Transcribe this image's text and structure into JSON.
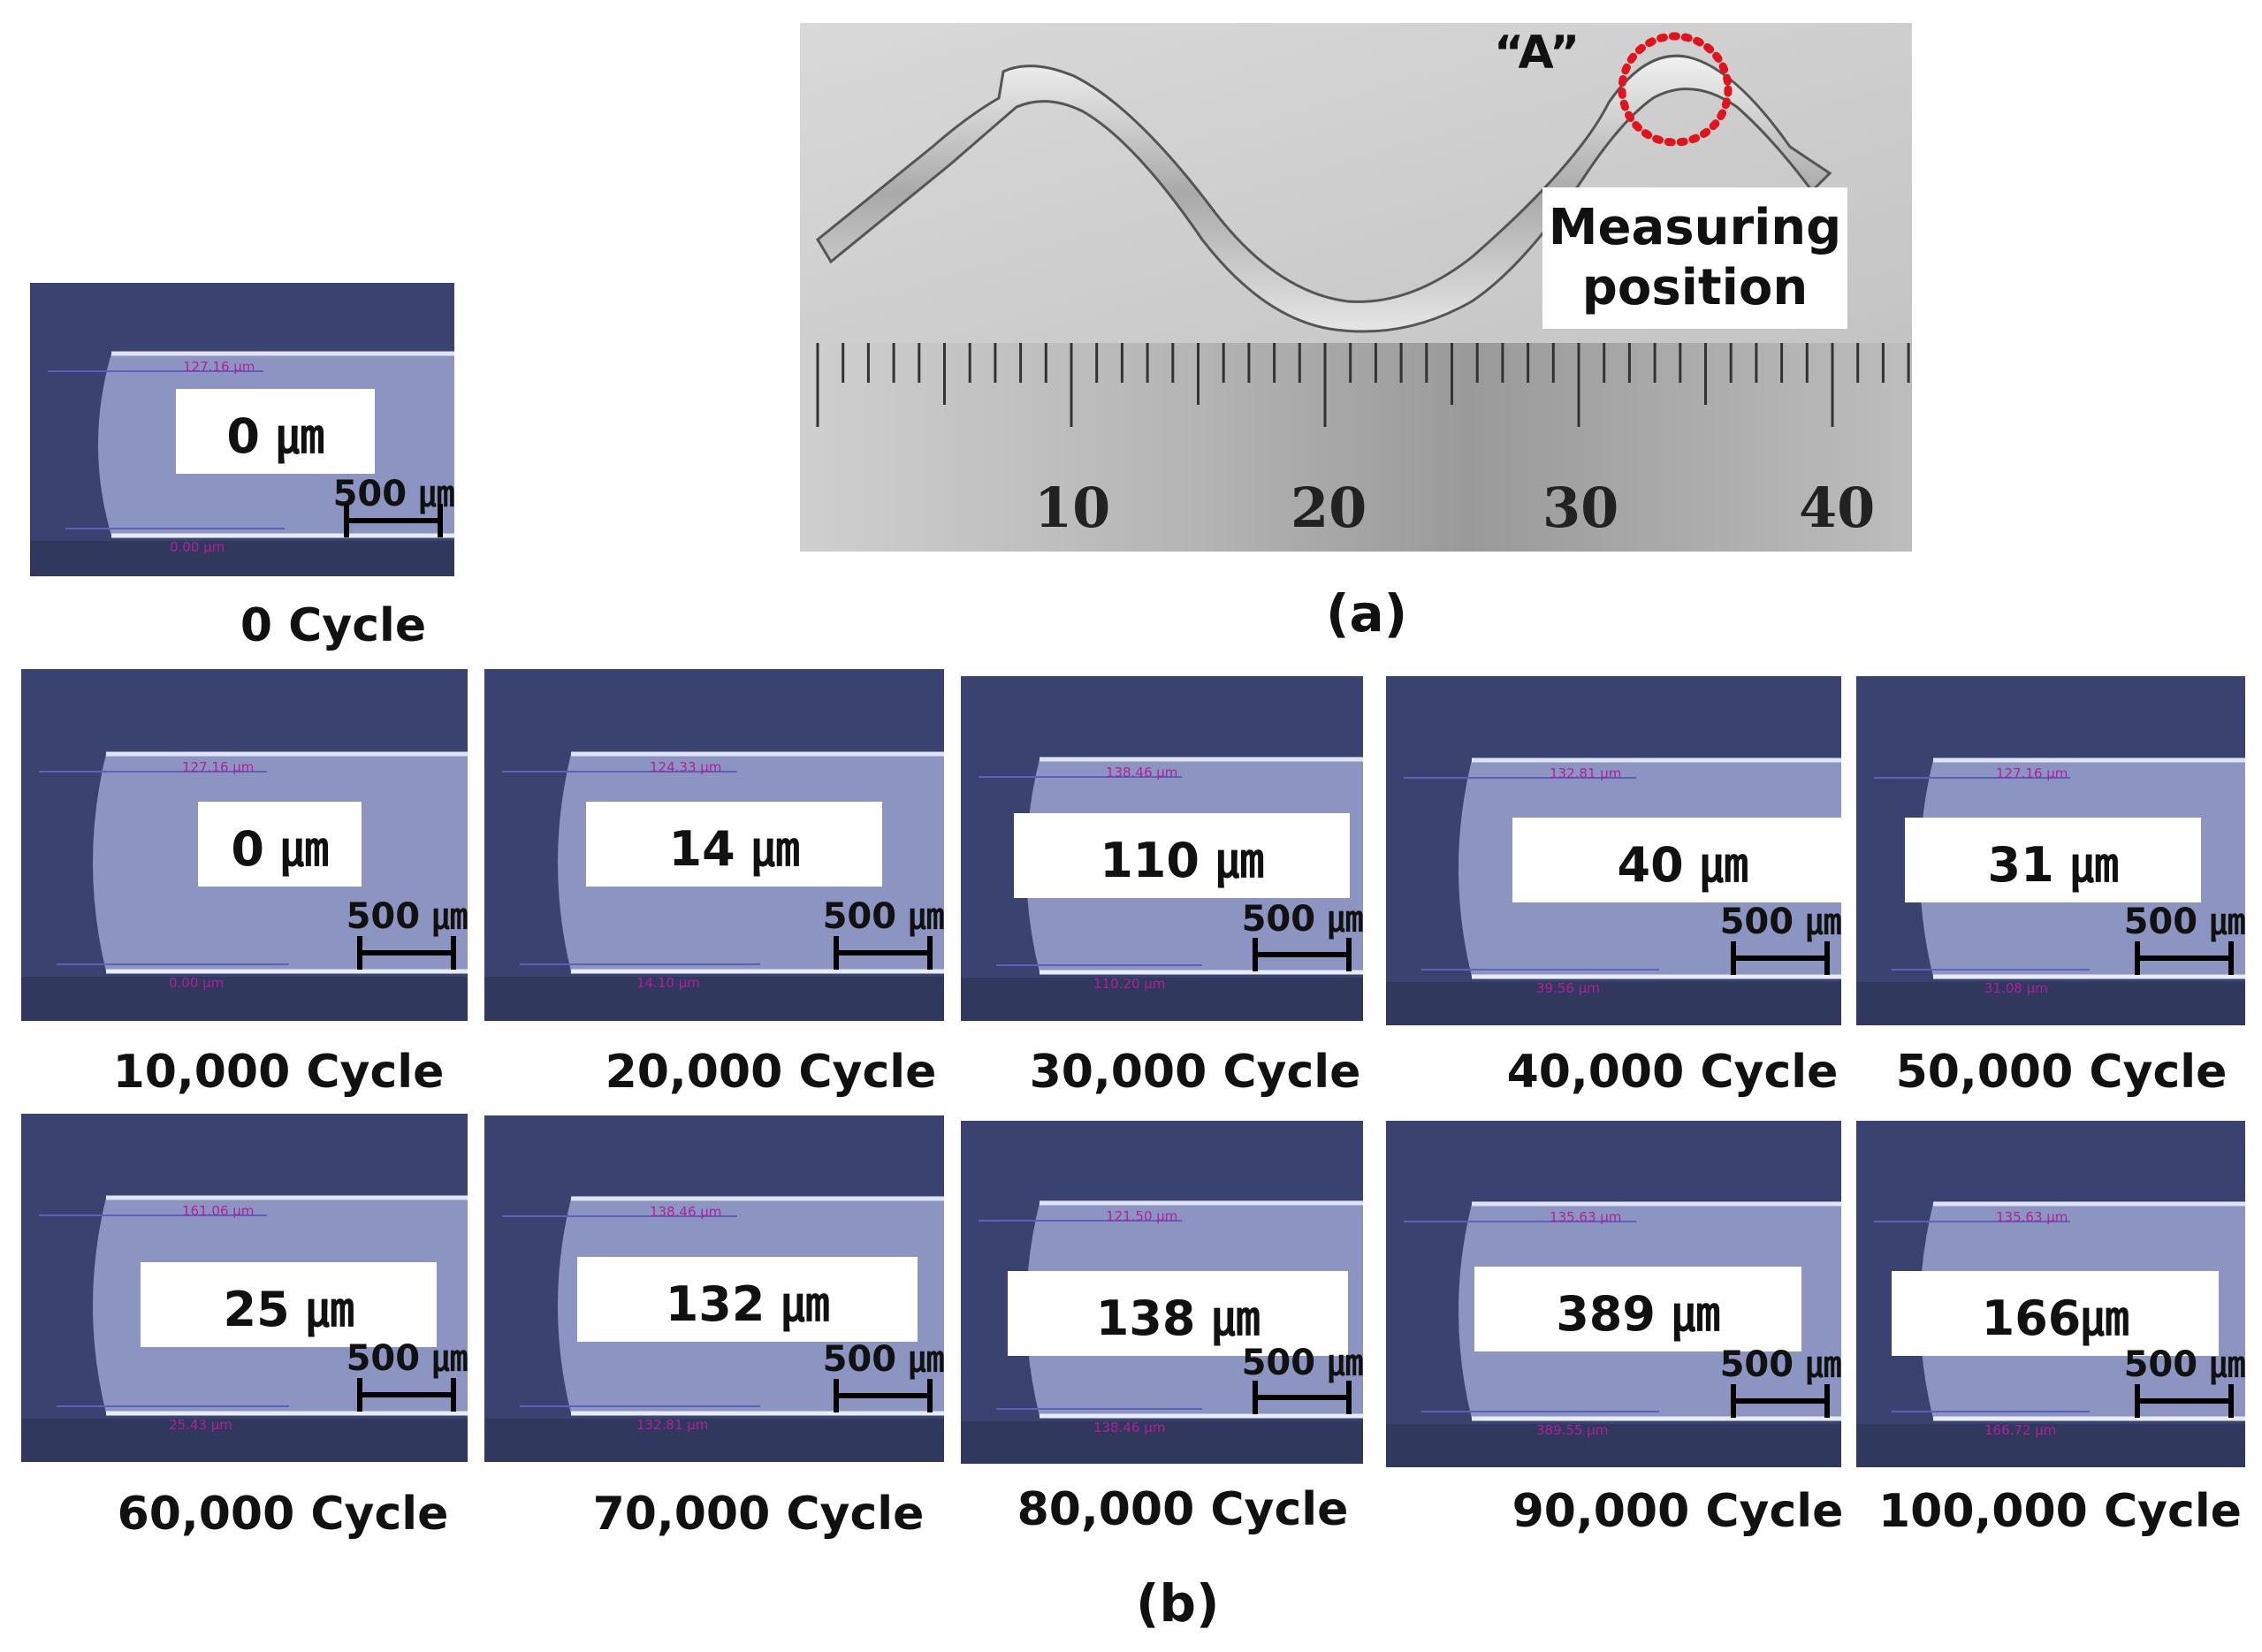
{
  "panel_a": {
    "marker": "“A”",
    "measuring_label_line1": "Measuring",
    "measuring_label_line2": "position",
    "ruler_ticks": [
      "10",
      "20",
      "30",
      "40"
    ],
    "caption": "(a)"
  },
  "panel_b": {
    "caption": "(b)"
  },
  "scale_text": "500 ㎛",
  "samples": [
    {
      "cycle": "0 Cycle",
      "value": "0 ㎛",
      "meas_top": "127.16 μm",
      "meas_bottom": "0.00 μm"
    },
    {
      "cycle": "10,000 Cycle",
      "value": "0 ㎛",
      "meas_top": "127.16 μm",
      "meas_bottom": "0.00 μm"
    },
    {
      "cycle": "20,000 Cycle",
      "value": "14 ㎛",
      "meas_top": "124.33 μm",
      "meas_bottom": "14.10 μm"
    },
    {
      "cycle": "30,000 Cycle",
      "value": "110 ㎛",
      "meas_top": "138.46 μm",
      "meas_bottom": "110.20 μm"
    },
    {
      "cycle": "40,000 Cycle",
      "value": "40 ㎛",
      "meas_top": "132.81 μm",
      "meas_bottom": "39.56 μm"
    },
    {
      "cycle": "50,000 Cycle",
      "value": "31 ㎛",
      "meas_top": "127.16 μm",
      "meas_bottom": "31.08 μm"
    },
    {
      "cycle": "60,000 Cycle",
      "value": "25 ㎛",
      "meas_top": "161.06 μm",
      "meas_bottom": "25.43 μm"
    },
    {
      "cycle": "70,000 Cycle",
      "value": "132 ㎛",
      "meas_top": "138.46 μm",
      "meas_bottom": "132.81 μm"
    },
    {
      "cycle": "80,000 Cycle",
      "value": "138 ㎛",
      "meas_top": "121.50 μm",
      "meas_bottom": "138.46 μm"
    },
    {
      "cycle": "90,000 Cycle",
      "value": "389 ㎛",
      "meas_top": "135.63 μm",
      "meas_bottom": "389.55 μm"
    },
    {
      "cycle": "100,000 Cycle",
      "value": "166㎛",
      "meas_top": "135.63 μm",
      "meas_bottom": "166.72 μm"
    }
  ],
  "colors": {
    "micrograph_dark": "#39426c",
    "micrograph_light": "#8f99c7",
    "measure_line": "#b0209a",
    "marker_circle": "#e0141c"
  }
}
